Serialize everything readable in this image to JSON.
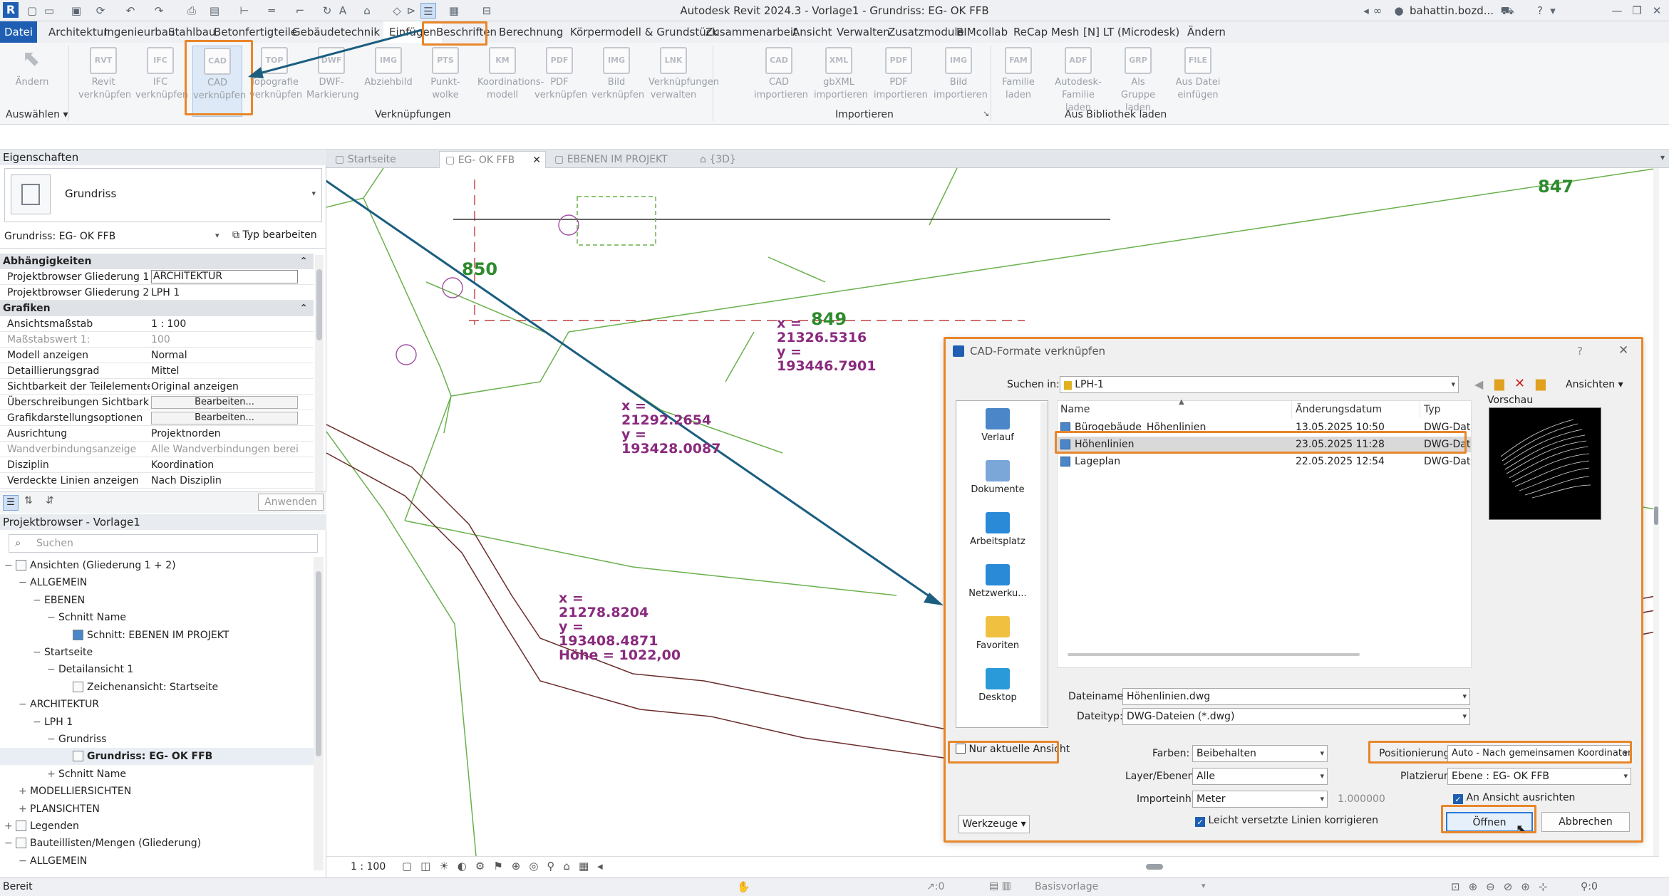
{
  "app": {
    "title": "Autodesk Revit 2024.3 - Vorlage1 - Grundriss: EG- OK FFB",
    "user": "bahattin.bozd...",
    "logo": "R"
  },
  "menu": {
    "file": "Datei",
    "tabs": [
      "Architektur",
      "Ingenieurbau",
      "Stahlbau",
      "Betonfertigteile",
      "Gebäudetechnik",
      "Einfügen",
      "Beschriften",
      "Berechnung",
      "Körpermodell & Grundstück",
      "Zusammenarbeit",
      "Ansicht",
      "Verwalten",
      "Zusatzmodule",
      "BIMcollab",
      "ReCap Mesh",
      "[N] LT (Microdesk)",
      "Ändern"
    ],
    "active_tab": "Einfügen"
  },
  "ribbon": {
    "select": {
      "label": "Ändern",
      "group": "Auswählen"
    },
    "links": [
      {
        "l1": "Revit",
        "l2": "verknüpfen",
        "icon": "RVT"
      },
      {
        "l1": "IFC",
        "l2": "verknüpfen",
        "icon": "IFC"
      },
      {
        "l1": "CAD",
        "l2": "verknüpfen",
        "icon": "CAD"
      },
      {
        "l1": "Topografie",
        "l2": "verknüpfen",
        "icon": "TOP"
      },
      {
        "l1": "DWF-",
        "l2": "Markierung",
        "icon": "DWF"
      },
      {
        "l1": "Abziehbild",
        "l2": "",
        "icon": "IMG"
      },
      {
        "l1": "Punkt-",
        "l2": "wolke",
        "icon": "PTS"
      },
      {
        "l1": "Koordinations-",
        "l2": "modell",
        "icon": "KM"
      },
      {
        "l1": "PDF",
        "l2": "verknüpfen",
        "icon": "PDF"
      },
      {
        "l1": "Bild",
        "l2": "verknüpfen",
        "icon": "IMG"
      },
      {
        "l1": "Verknüpfungen",
        "l2": "verwalten",
        "icon": "LNK"
      }
    ],
    "imports": [
      {
        "l1": "CAD",
        "l2": "importieren",
        "icon": "CAD"
      },
      {
        "l1": "gbXML",
        "l2": "importieren",
        "icon": "XML"
      },
      {
        "l1": "PDF",
        "l2": "importieren",
        "icon": "PDF"
      },
      {
        "l1": "Bild",
        "l2": "importieren",
        "icon": "IMG"
      }
    ],
    "library": [
      {
        "l1": "Familie",
        "l2": "laden",
        "icon": "FAM"
      },
      {
        "l1": "Autodesk-Familie",
        "l2": "laden",
        "icon": "ADF"
      },
      {
        "l1": "Als Gruppe",
        "l2": "laden",
        "icon": "GRP"
      },
      {
        "l1": "Aus Datei",
        "l2": "einfügen",
        "icon": "FILE"
      }
    ],
    "groups": {
      "links": "Verknüpfungen",
      "import": "Importieren",
      "library": "Aus Bibliothek laden"
    }
  },
  "properties": {
    "title": "Eigenschaften",
    "type_name": "Grundriss",
    "instance": "Grundriss: EG- OK FFB",
    "edit_type": "Typ bearbeiten",
    "apply": "Anwenden",
    "sections": [
      {
        "name": "Abhängigkeiten",
        "rows": [
          {
            "k": "Projektbrowser Gliederung 1",
            "v": "ARCHITEKTUR",
            "input": true
          },
          {
            "k": "Projektbrowser Gliederung 2",
            "v": "LPH 1",
            "input": false
          }
        ]
      },
      {
        "name": "Grafiken",
        "rows": [
          {
            "k": "Ansichtsmaßstab",
            "v": "1 : 100"
          },
          {
            "k": "Maßstabswert 1:",
            "v": "100",
            "dim": true
          },
          {
            "k": "Modell anzeigen",
            "v": "Normal"
          },
          {
            "k": "Detaillierungsgrad",
            "v": "Mittel"
          },
          {
            "k": "Sichtbarkeit der Teilelemente",
            "v": "Original anzeigen"
          },
          {
            "k": "Überschreibungen Sichtbark...",
            "v": "Bearbeiten...",
            "button": true
          },
          {
            "k": "Grafikdarstellungsoptionen",
            "v": "Bearbeiten...",
            "button": true
          },
          {
            "k": "Ausrichtung",
            "v": "Projektnorden"
          },
          {
            "k": "Wandverbindungsanzeige",
            "v": "Alle Wandverbindungen berei...",
            "dim": true
          },
          {
            "k": "Disziplin",
            "v": "Koordination"
          },
          {
            "k": "Verdeckte Linien anzeigen",
            "v": "Nach Disziplin"
          }
        ]
      }
    ]
  },
  "browser": {
    "title": "Projektbrowser - Vorlage1",
    "search_placeholder": "Suchen",
    "nodes": [
      {
        "t": "Ansichten (Gliederung 1 + 2)",
        "d": 0,
        "exp": "−",
        "icon": "views"
      },
      {
        "t": "ALLGEMEIN",
        "d": 1,
        "exp": "−"
      },
      {
        "t": "EBENEN",
        "d": 2,
        "exp": "−"
      },
      {
        "t": "Schnitt Name",
        "d": 3,
        "exp": "−"
      },
      {
        "t": "Schnitt: EBENEN IM PROJEKT",
        "d": 4,
        "exp": "",
        "icon": "section"
      },
      {
        "t": "Startseite",
        "d": 2,
        "exp": "−"
      },
      {
        "t": "Detailansicht 1",
        "d": 3,
        "exp": "−"
      },
      {
        "t": "Zeichenansicht: Startseite",
        "d": 4,
        "exp": "",
        "icon": "draft"
      },
      {
        "t": "ARCHITEKTUR",
        "d": 1,
        "exp": "−"
      },
      {
        "t": "LPH 1",
        "d": 2,
        "exp": "−"
      },
      {
        "t": "Grundriss",
        "d": 3,
        "exp": "−"
      },
      {
        "t": "Grundriss: EG- OK FFB",
        "d": 4,
        "exp": "",
        "icon": "plan",
        "bold": true
      },
      {
        "t": "Schnitt Name",
        "d": 3,
        "exp": "+"
      },
      {
        "t": "MODELLIERSICHTEN",
        "d": 1,
        "exp": "+"
      },
      {
        "t": "PLANSICHTEN",
        "d": 1,
        "exp": "+"
      },
      {
        "t": "Legenden",
        "d": 0,
        "exp": "+",
        "icon": "legend"
      },
      {
        "t": "Bauteillisten/Mengen (Gliederung)",
        "d": 0,
        "exp": "−",
        "icon": "schedule"
      },
      {
        "t": "ALLGEMEIN",
        "d": 1,
        "exp": "−"
      }
    ]
  },
  "view_tabs": [
    "Startseite",
    "EG- OK FFB",
    "EBENEN IM PROJEKT",
    "{3D}"
  ],
  "canvas": {
    "levels": [
      "847",
      "850",
      "849"
    ],
    "points": [
      {
        "x": "21326.5316",
        "y": "193446.7901"
      },
      {
        "x": "21292.2654",
        "y": "193428.0087"
      },
      {
        "x": "21278.8204",
        "y": "193408.4871",
        "h": "1022,00"
      }
    ]
  },
  "viewbar": {
    "scale": "1 : 100"
  },
  "status": {
    "text": "Bereit",
    "coord": ":0",
    "model": "Basisvorlage",
    "filter": ":0"
  },
  "dialog": {
    "title": "CAD-Formate verknüpfen",
    "look_in_label": "Suchen in:",
    "look_in": "LPH-1",
    "views_label": "Ansichten",
    "preview_label": "Vorschau",
    "places": [
      "Verlauf",
      "Dokumente",
      "Arbeitsplatz",
      "Netzwerku...",
      "Favoriten",
      "Desktop"
    ],
    "columns": [
      "Name",
      "Änderungsdatum",
      "Typ"
    ],
    "files": [
      {
        "name": "Bürogebäude_Höhenlinien",
        "date": "13.05.2025 10:50",
        "type": "DWG-Dat"
      },
      {
        "name": "Höhenlinien",
        "date": "23.05.2025 11:28",
        "type": "DWG-Dat"
      },
      {
        "name": "Lageplan",
        "date": "22.05.2025 12:54",
        "type": "DWG-Dat"
      }
    ],
    "filename_label": "Dateiname:",
    "filename": "Höhenlinien.dwg",
    "filetype_label": "Dateityp:",
    "filetype": "DWG-Dateien  (*.dwg)",
    "current_view_only": "Nur aktuelle Ansicht",
    "colors_label": "Farben:",
    "colors": "Beibehalten",
    "layers_label": "Layer/Ebenen:",
    "layers": "Alle",
    "units_label": "Importeinh.:",
    "units": "Meter",
    "scale": "1.000000",
    "correct_lines": "Leicht versetzte Linien korrigieren",
    "positioning_label": "Positionierung:",
    "positioning": "Auto - Nach gemeinsamen Koordinaten",
    "placement_label": "Platzierung:",
    "placement": "Ebene : EG- OK FFB",
    "orient": "An Ansicht ausrichten",
    "tools": "Werkzeuge",
    "open": "Öffnen",
    "cancel": "Abbrechen",
    "help": "?",
    "close": "✕"
  },
  "colors": {
    "accent": "#e8862a",
    "arrow": "#1b5e80",
    "cad_text": "#8a2a7e",
    "level_text": "#2e8b2e",
    "topo_green": "#6ab04c",
    "topo_brown": "#6b2c2c",
    "revit_blue": "#1f5fb3"
  }
}
